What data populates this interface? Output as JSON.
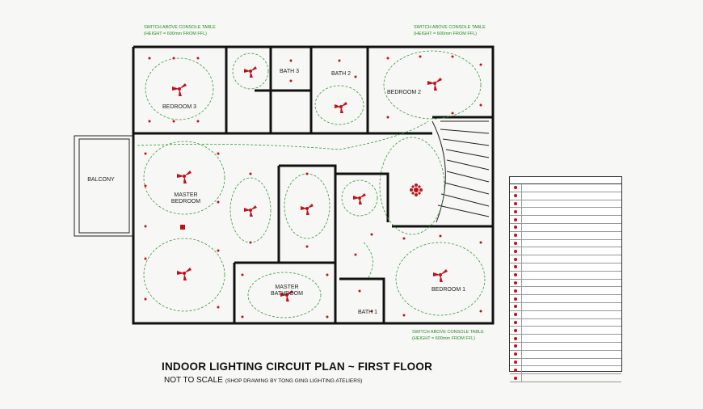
{
  "notes": {
    "switch_top_left_1": "SWITCH ABOVE CONSOLE TABLE",
    "switch_top_left_2": "(HEIGHT = 600mm FROM FFL)",
    "switch_top_right_1": "SWITCH ABOVE CONSOLE TABLE",
    "switch_top_right_2": "(HEIGHT = 600mm FROM FFL)",
    "switch_bottom_right_1": "SWITCH ABOVE CONSOLE TABLE",
    "switch_bottom_right_2": "(HEIGHT = 600mm FROM FFL)"
  },
  "rooms": {
    "bedroom3": "BEDROOM 3",
    "bath3": "BATH 3",
    "bath2": "BATH 2",
    "bedroom2": "BEDROOM 2",
    "balcony": "BALCONY",
    "master_bedroom_1": "MASTER",
    "master_bedroom_2": "BEDROOM",
    "master_bathroom_1": "MASTER",
    "master_bathroom_2": "BATHROOM",
    "bath1": "BATH 1",
    "bedroom1": "BEDROOM 1"
  },
  "title": "INDOOR LIGHTING CIRCUIT PLAN ~ FIRST FLOOR",
  "subtitle": "NOT TO SCALE",
  "subtitle_note": "(SHOP DRAWING BY TONG GING LIGHTING ATELIERS)",
  "colors": {
    "wall": "#111111",
    "circuit": "#3a9a3a",
    "fixture": "#c0101a"
  }
}
